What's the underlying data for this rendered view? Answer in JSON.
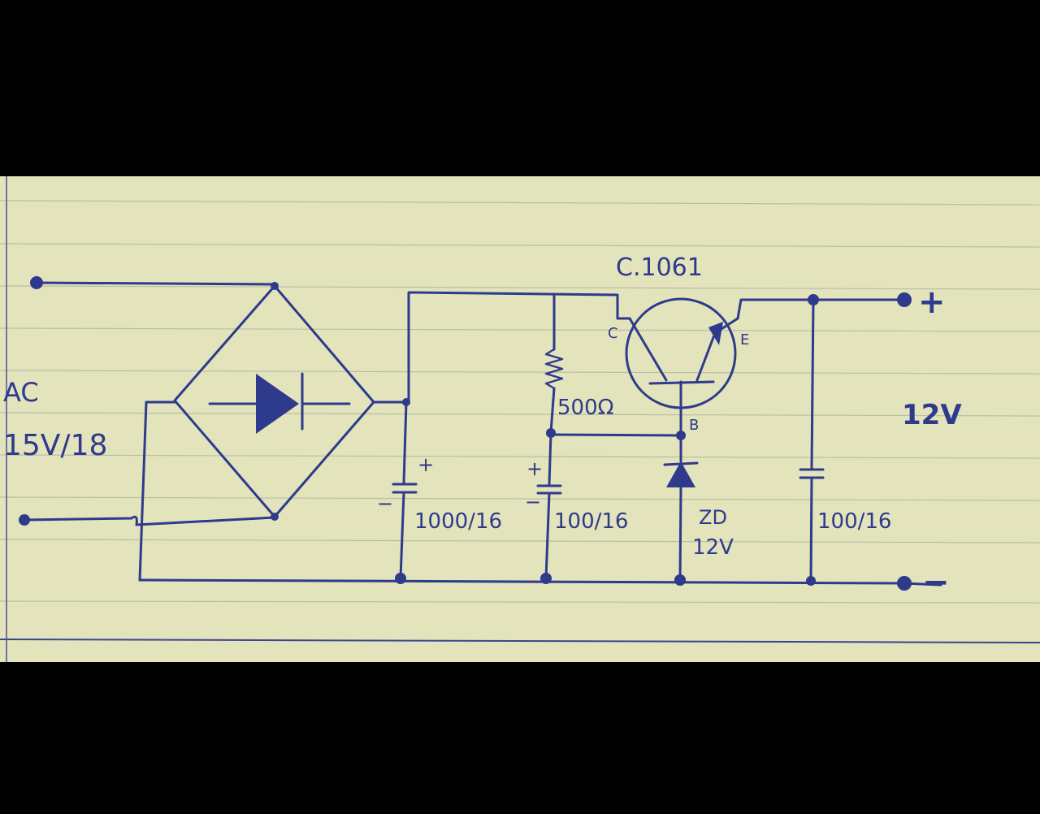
{
  "diagram": {
    "input_label": "AC",
    "input_voltage": "15V/18",
    "transistor": "C.1061",
    "transistor_pins": {
      "collector": "C",
      "emitter": "E",
      "base": "B"
    },
    "resistor": "500Ω",
    "capacitor_1": "1000/16",
    "capacitor_2": "100/16",
    "capacitor_3": "100/16",
    "zener_name": "ZD",
    "zener_voltage": "12V",
    "output_voltage": "12V",
    "output_plus": "+",
    "output_minus": "−",
    "polarity_plus": "+",
    "polarity_minus": "−"
  },
  "colors": {
    "ink": "#2e3a8c",
    "paper": "#e3e3bc",
    "background": "#000000"
  }
}
